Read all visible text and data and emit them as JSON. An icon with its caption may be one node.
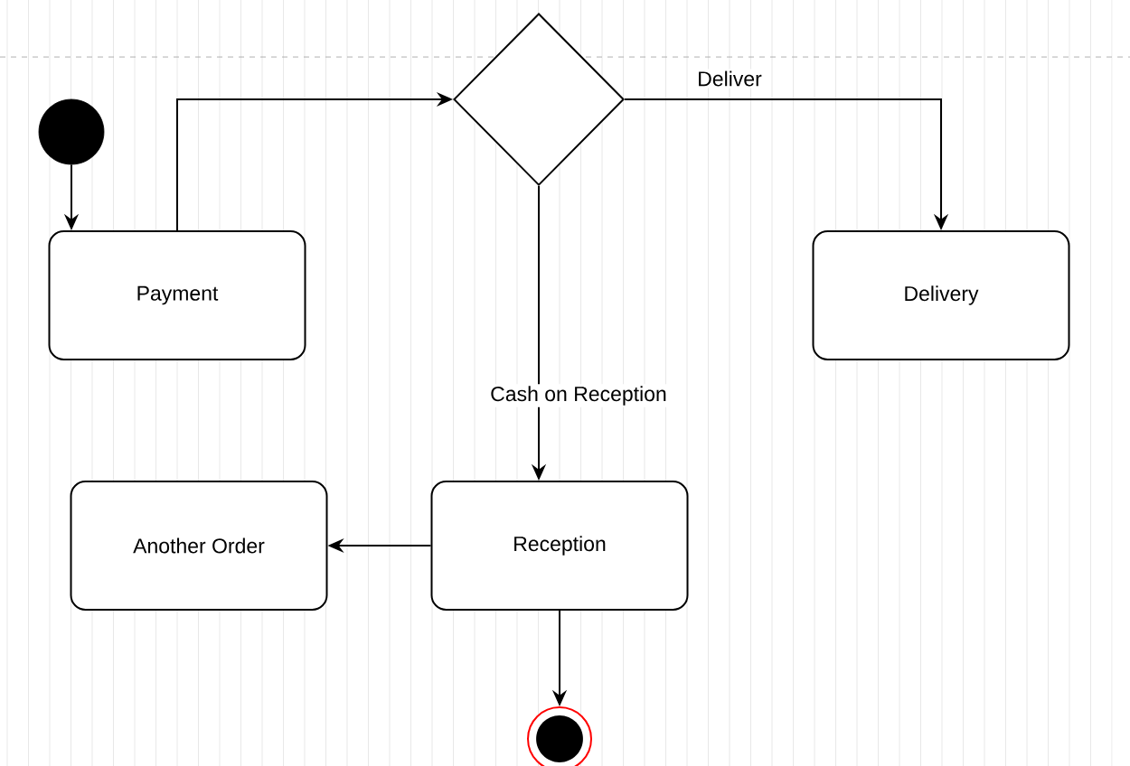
{
  "diagram": {
    "nodes": [
      {
        "text": [],
        "shape": "circle"
      },
      {
        "text": [
          "Payment"
        ]
      },
      {
        "text": [],
        "shape": "diamond"
      },
      {
        "text": [
          "Delivery"
        ]
      },
      {
        "text": [
          "Reception"
        ]
      },
      {
        "text": [
          "Another Order"
        ]
      },
      {
        "text": [],
        "shape": "circle"
      }
    ],
    "edges": [
      {
        "from": 0,
        "to": 1,
        "arrow": "to"
      },
      {
        "from": 1,
        "to": 2,
        "arrow": "to"
      },
      {
        "from": 2,
        "to": 3,
        "arrow": "to",
        "label": "Deliver"
      },
      {
        "from": 2,
        "to": 4,
        "arrow": "to",
        "label": "Cash  on Reception"
      },
      {
        "from": 4,
        "to": 5,
        "arrow": "to"
      },
      {
        "from": 4,
        "to": 6,
        "arrow": "to"
      }
    ]
  }
}
